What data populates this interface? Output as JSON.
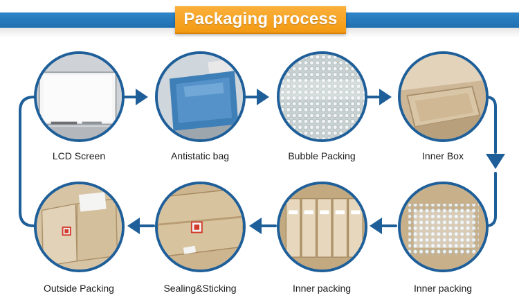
{
  "header": {
    "title": "Packaging process"
  },
  "colors": {
    "header_bar": "#1f6fb0",
    "header_plate": "#f7a21c",
    "ring": "#1f5f99",
    "arrow": "#1f5f99"
  },
  "steps": [
    {
      "label": "LCD Screen",
      "photo": "lcd-screen-photo"
    },
    {
      "label": "Antistatic bag",
      "photo": "antistatic-bag-photo"
    },
    {
      "label": "Bubble Packing",
      "photo": "bubble-wrap-photo"
    },
    {
      "label": "Inner Box",
      "photo": "inner-box-photo"
    },
    {
      "label": "Inner packing",
      "photo": "inner-packing-bubble-photo"
    },
    {
      "label": "Inner packing",
      "photo": "inner-packing-boxes-photo"
    },
    {
      "label": "Sealing&Sticking",
      "photo": "sealed-box-photo"
    },
    {
      "label": "Outside Packing",
      "photo": "outside-packing-photo"
    }
  ]
}
